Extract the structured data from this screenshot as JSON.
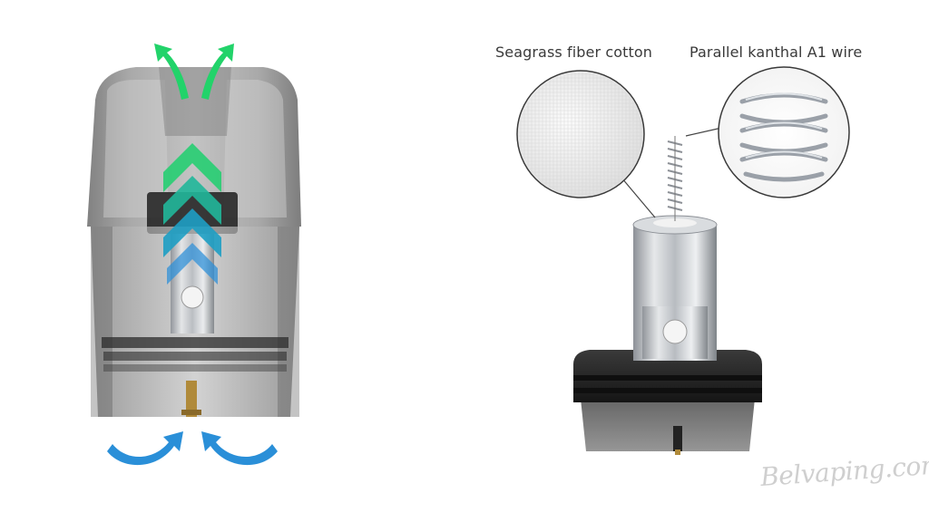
{
  "labels": {
    "cotton": "Seagrass fiber cotton",
    "wire": "Parallel  kanthal A1 wire"
  },
  "watermark": "Belvaping.com",
  "colors": {
    "airflow_out": "#22d36a",
    "airflow_in": "#2a8fd8",
    "pod_tint": "#5a5a5a",
    "chimney_steel": "#c9ccd0"
  },
  "icons": [
    "airflow-out-arrow-icon",
    "airflow-in-arrow-icon",
    "vapor-flow-chevron-icon"
  ]
}
